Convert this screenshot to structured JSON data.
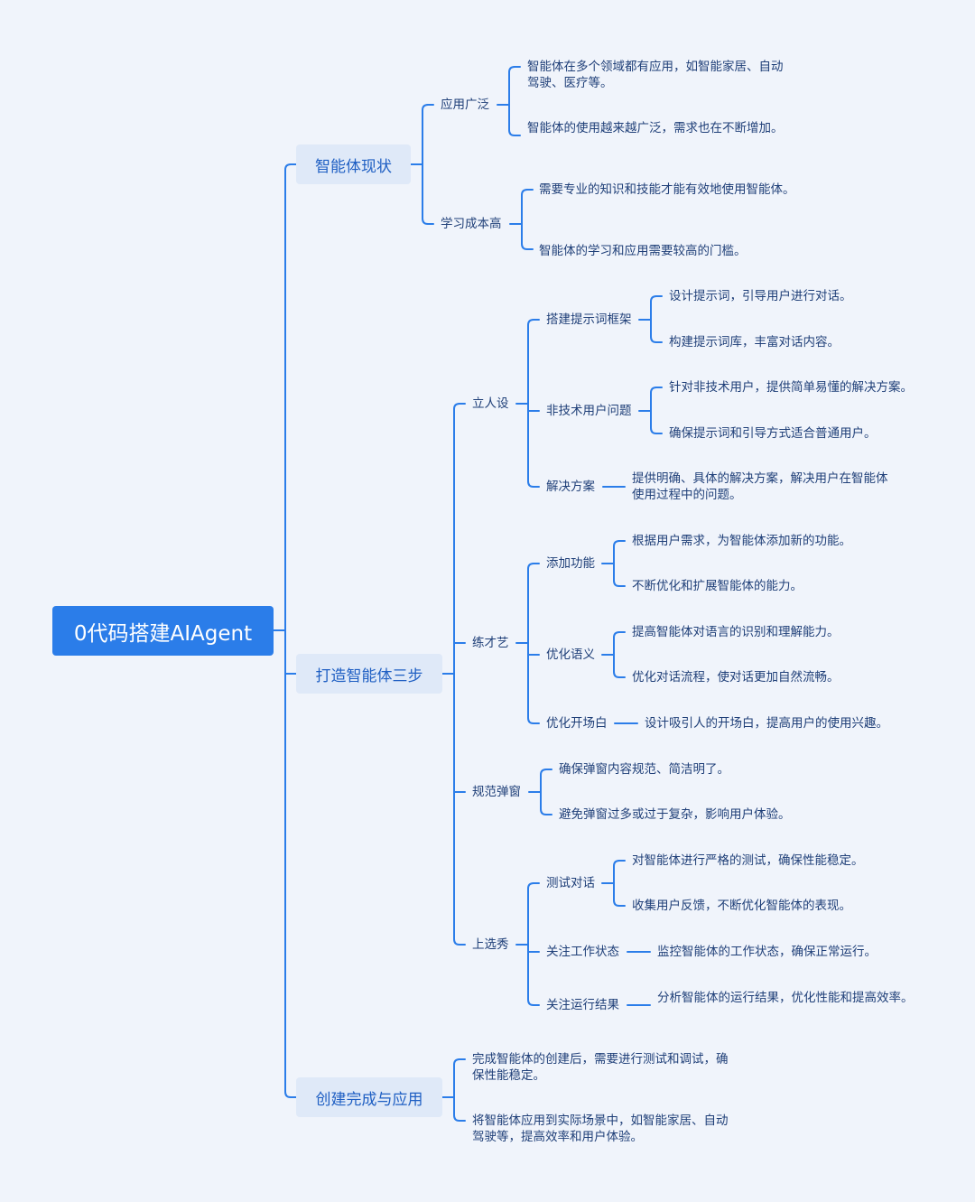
{
  "mindmap": {
    "root": "0代码搭建AIAgent",
    "n1": {
      "label": "智能体现状",
      "c1": {
        "label": "应用广泛",
        "l1": "智能体在多个领域都有应用，如智能家居、自动驾驶、医疗等。",
        "l2": "智能体的使用越来越广泛，需求也在不断增加。"
      },
      "c2": {
        "label": "学习成本高",
        "l1": "需要专业的知识和技能才能有效地使用智能体。",
        "l2": "智能体的学习和应用需要较高的门槛。"
      }
    },
    "n2": {
      "label": "打造智能体三步",
      "a": {
        "label": "立人设",
        "a1": {
          "label": "搭建提示词框架",
          "l1": "设计提示词，引导用户进行对话。",
          "l2": "构建提示词库，丰富对话内容。"
        },
        "a2": {
          "label": "非技术用户问题",
          "l1": "针对非技术用户，提供简单易懂的解决方案。",
          "l2": "确保提示词和引导方式适合普通用户。"
        },
        "a3": {
          "label": "解决方案",
          "l1": "提供明确、具体的解决方案，解决用户在智能体使用过程中的问题。"
        }
      },
      "b": {
        "label": "练才艺",
        "b1": {
          "label": "添加功能",
          "l1": "根据用户需求，为智能体添加新的功能。",
          "l2": "不断优化和扩展智能体的能力。"
        },
        "b2": {
          "label": "优化语义",
          "l1": "提高智能体对语言的识别和理解能力。",
          "l2": "优化对话流程，使对话更加自然流畅。"
        },
        "b3": {
          "label": "优化开场白",
          "l1": "设计吸引人的开场白，提高用户的使用兴趣。"
        }
      },
      "c": {
        "label": "规范弹窗",
        "l1": "确保弹窗内容规范、简洁明了。",
        "l2": "避免弹窗过多或过于复杂，影响用户体验。"
      },
      "d": {
        "label": "上选秀",
        "d1": {
          "label": "测试对话",
          "l1": "对智能体进行严格的测试，确保性能稳定。",
          "l2": "收集用户反馈，不断优化智能体的表现。"
        },
        "d2": {
          "label": "关注工作状态",
          "l1": "监控智能体的工作状态，确保正常运行。"
        },
        "d3": {
          "label": "关注运行结果",
          "l1": "分析智能体的运行结果，优化性能和提高效率。"
        }
      }
    },
    "n3": {
      "label": "创建完成与应用",
      "l1": "完成智能体的创建后，需要进行测试和调试，确保性能稳定。",
      "l2": "将智能体应用到实际场景中，如智能家居、自动驾驶等，提高效率和用户体验。"
    }
  }
}
